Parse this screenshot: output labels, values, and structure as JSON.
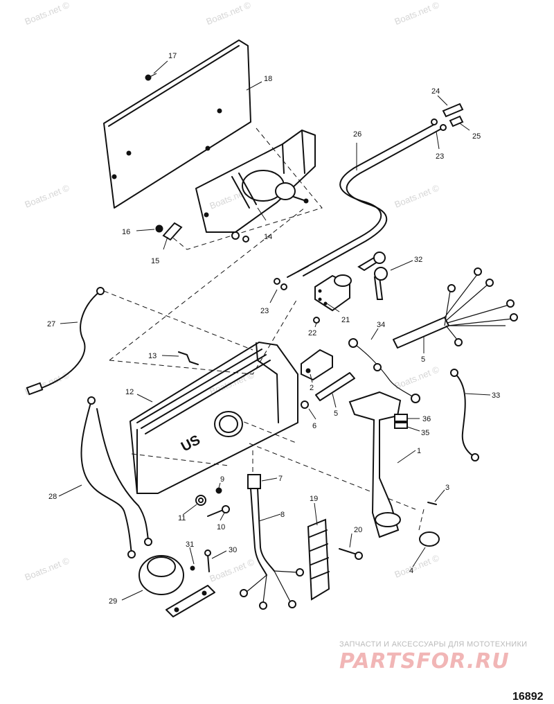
{
  "watermarks": [
    "Boats.net ©",
    "Boats.net ©",
    "Boats.net ©",
    "Boats.net ©",
    "Boats.net ©",
    "Boats.net ©",
    "Boats.net ©",
    "Boats.net ©",
    "Boats.net ©",
    "Boats.net ©",
    "Boats.net ©",
    "Boats.net ©"
  ],
  "callouts": [
    "1",
    "2",
    "3",
    "4",
    "5",
    "5",
    "6",
    "7",
    "8",
    "9",
    "10",
    "11",
    "12",
    "13",
    "14",
    "15",
    "16",
    "17",
    "18",
    "19",
    "20",
    "21",
    "22",
    "23",
    "23",
    "24",
    "25",
    "26",
    "27",
    "28",
    "29",
    "30",
    "31",
    "32",
    "33",
    "34",
    "35",
    "36"
  ],
  "brand_caption": "ЗАПЧАСТИ И АКСЕССУАРЫ ДЛЯ МОТОТЕХНИКИ",
  "brand_name": "PARTSFOR.RU",
  "figure_number": "16892",
  "housing_logo": "US",
  "colors": {
    "ink": "#111111",
    "watermark": "#d5d5d5",
    "brand": "#f1b6b6"
  }
}
